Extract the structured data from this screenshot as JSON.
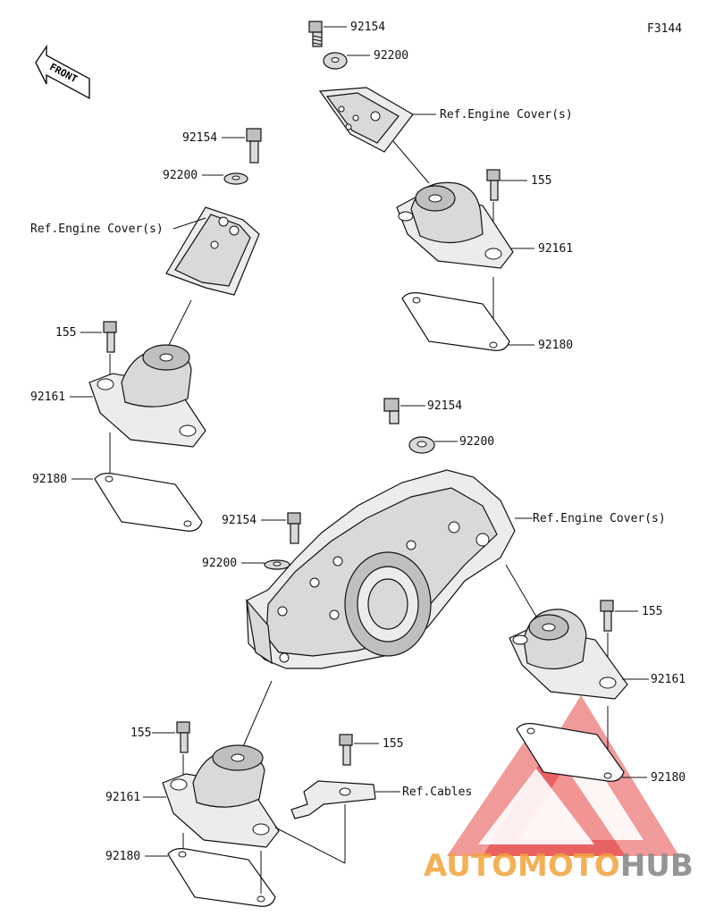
{
  "figure_code": "F3144",
  "front_label": "FRONT",
  "labels": {
    "bolt_92154": "92154",
    "washer_92200": "92200",
    "bolt_155": "155",
    "mount_92161": "92161",
    "gasket_92180": "92180",
    "ref_engine_cover": "Ref.Engine Cover(s)",
    "ref_cables": "Ref.Cables"
  },
  "watermark": {
    "part_a": "AUTO",
    "part_b": "MOTO",
    "part_c": "HUB",
    "color_a": "#f2a33a",
    "color_b": "#f2a33a",
    "color_c": "#8a8a8a",
    "triangle_color": "#e02020"
  }
}
